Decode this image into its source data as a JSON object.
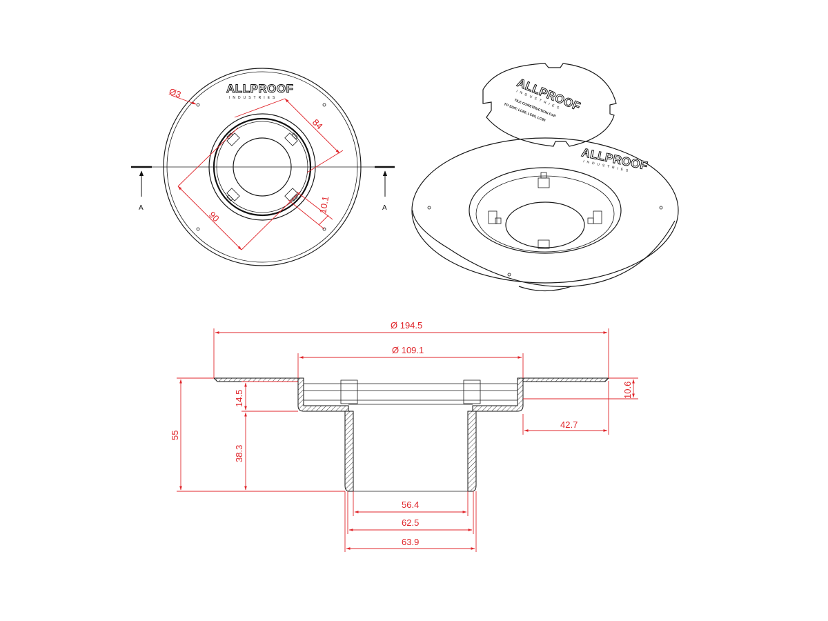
{
  "logo": {
    "brand": "ALLPROOF",
    "sub": "INDUSTRIES"
  },
  "cap": {
    "line1": "TILE CONSTRUCTION CAP",
    "line2": "TO SUIT: LC60, LC65, LC90"
  },
  "section_marks": {
    "left": "A",
    "right": "A"
  },
  "top_view_dims": {
    "hole_dia": "Ø3",
    "d84": "84",
    "d90": "90",
    "d10_1": "10.1"
  },
  "section_dims": {
    "overall_dia": "Ø 194.5",
    "inner_dia": "Ø 109.1",
    "flange_depth": "10.6",
    "flange_width": "42.7",
    "recess_depth": "14.5",
    "total_height": "55",
    "spigot_height": "38.3",
    "d56_4": "56.4",
    "d62_5": "62.5",
    "d63_9": "63.9"
  }
}
